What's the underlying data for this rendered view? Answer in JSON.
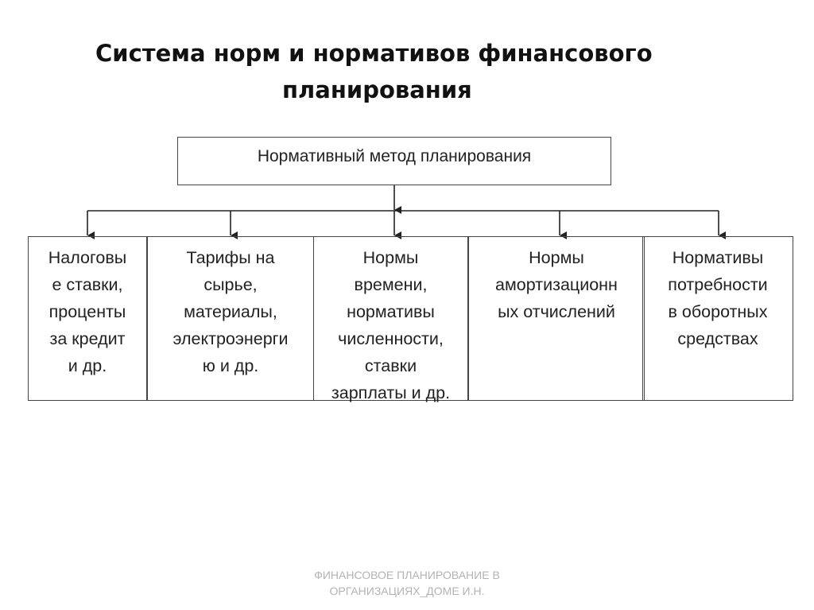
{
  "title": {
    "line1": "Система норм и нормативов финансового",
    "line2": "планирования"
  },
  "root": {
    "label": "Нормативный метод планирования"
  },
  "children": [
    {
      "label": "Налоговы\nе ставки,\nпроценты\nза кредит\nи др."
    },
    {
      "label": "Тарифы на\nсырье,\nматериалы,\nэлектроэнерги\nю и др."
    },
    {
      "label": "Нормы\nвремени,\nнормативы\nчисленности,\nставки\nзарплаты и др."
    },
    {
      "label": "Нормы\nамортизационн\nых отчислений"
    },
    {
      "label": "Нормативы\nпотребности\nв оборотных\nсредствах"
    }
  ],
  "footer": {
    "text": "ФИНАНСОВОЕ ПЛАНИРОВАНИЕ В\nОРГАНИЗАЦИЯХ_ДОМЕ И.Н."
  }
}
